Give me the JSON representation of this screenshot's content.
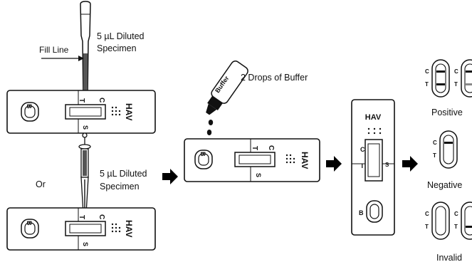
{
  "captions": {
    "specimen_top": [
      "5 µL Diluted",
      "Specimen"
    ],
    "fill_line": "Fill Line",
    "or": "Or",
    "specimen_dropper": [
      "5 µL Diluted",
      "Specimen"
    ],
    "buffer_drops": "2 Drops of Buffer",
    "bottle_label": "Buffer"
  },
  "cassette": {
    "name": "HAV",
    "well": "B",
    "control": "C",
    "test": "T",
    "sample": "S"
  },
  "results": {
    "positive": "Positive",
    "negative": "Negative",
    "invalid": "Invalid",
    "c": "C",
    "t": "T"
  },
  "colors": {
    "line": "#111111",
    "sample": "#9a9a9a",
    "faint_band": "#8a8a8a",
    "arrow": "#000000"
  }
}
